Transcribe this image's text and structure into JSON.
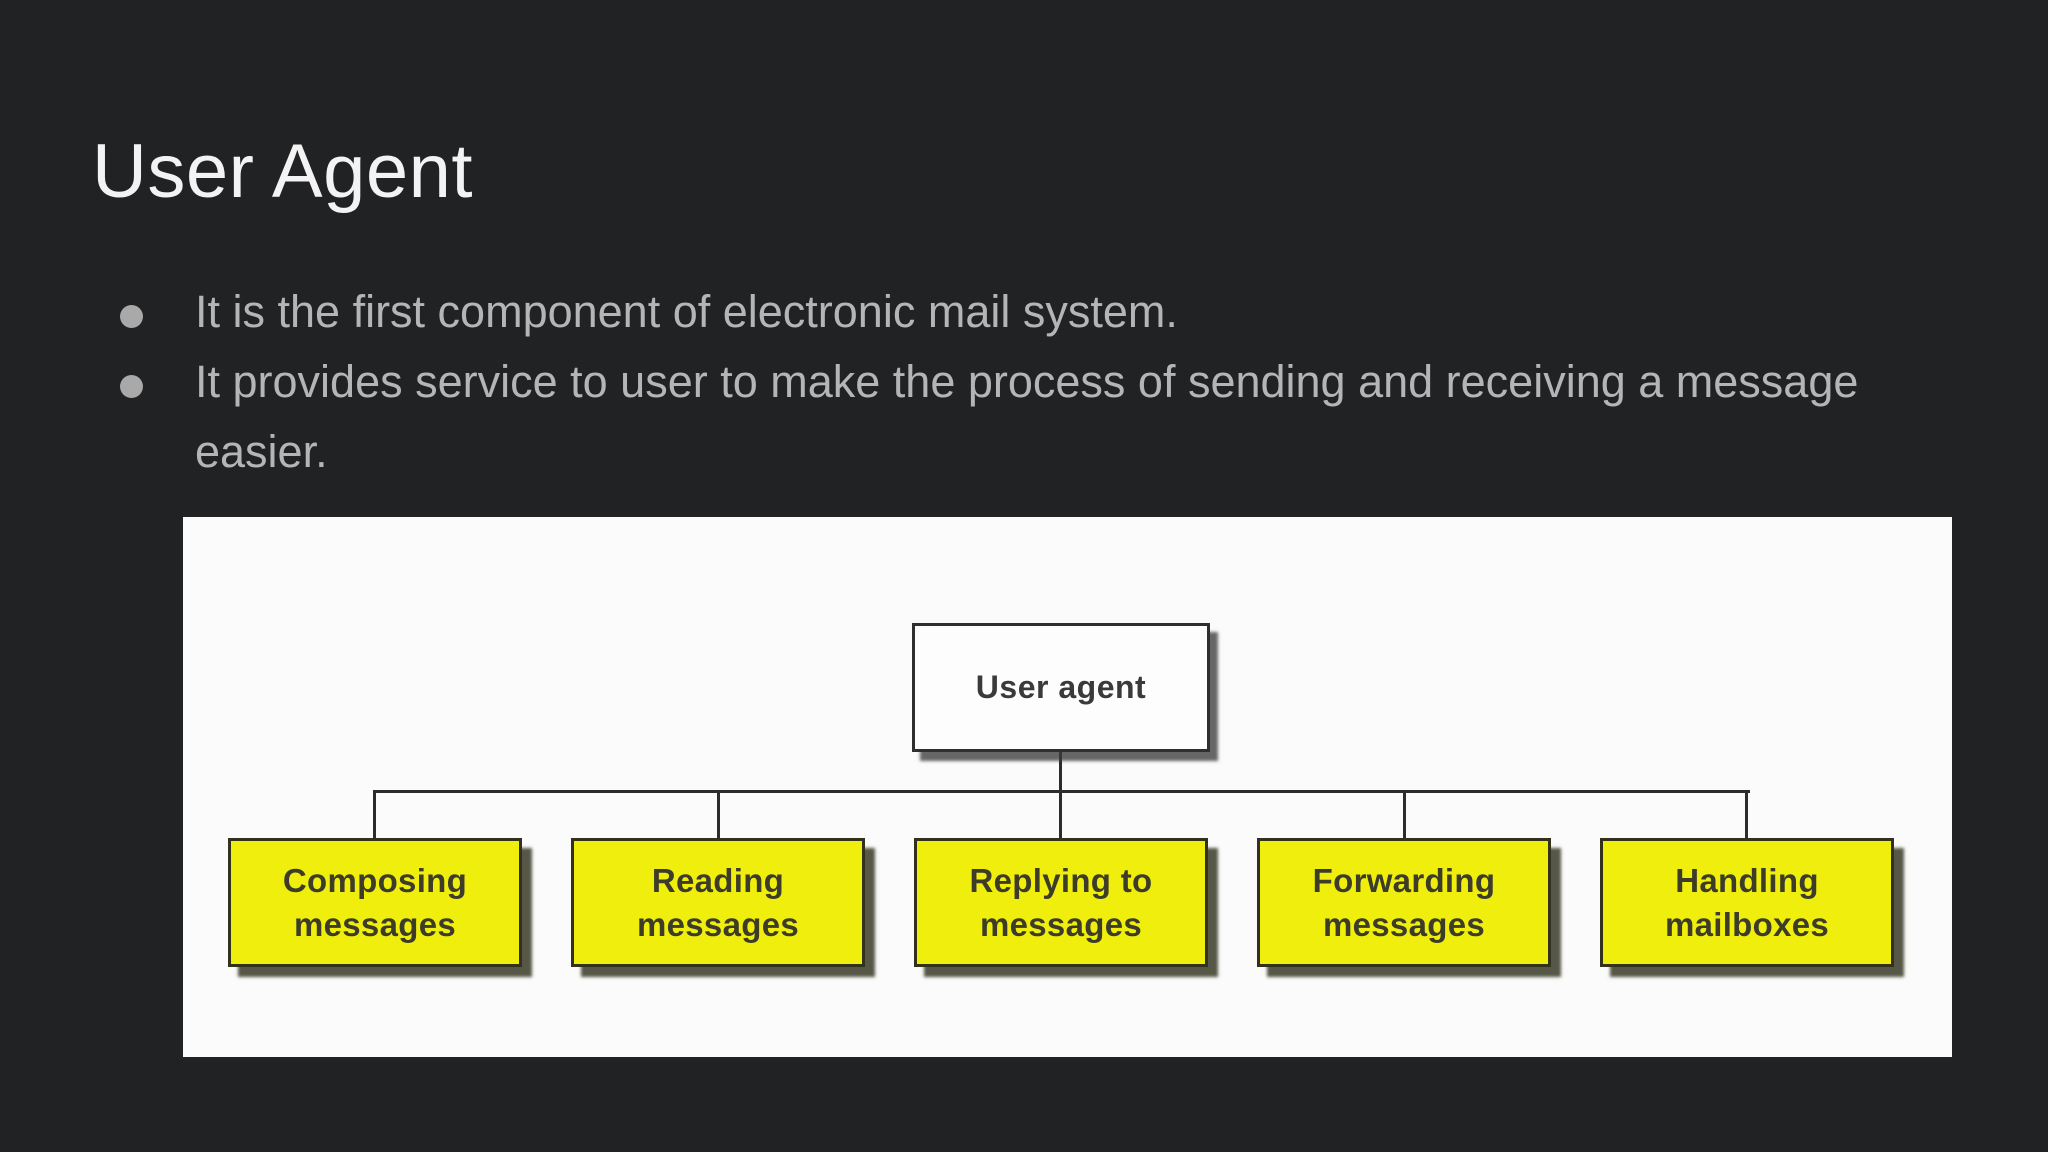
{
  "slide": {
    "title": "User Agent",
    "bullets": [
      "It is the first component of electronic mail system.",
      "It provides service to user to make the process of sending and receiving a message easier."
    ]
  },
  "diagram": {
    "root_label": "User agent",
    "functions": [
      {
        "lines": [
          "Composing",
          "messages"
        ]
      },
      {
        "lines": [
          "Reading",
          "messages"
        ]
      },
      {
        "lines": [
          "Replying to",
          "messages"
        ]
      },
      {
        "lines": [
          "Forwarding",
          "messages"
        ]
      },
      {
        "lines": [
          "Handling",
          "mailboxes"
        ]
      }
    ]
  },
  "colors": {
    "bg": "#212224",
    "title_text": "#f3f3f3",
    "bullet_text": "#b4b5b7",
    "bullet_dot": "#a9a9a9",
    "panel_bg": "#fbfbfb",
    "box_yellow": "#f0ee0d",
    "yellow_box_text": "#3c3c28",
    "white_box_bg": "#fdfdfd",
    "white_box_text": "#3a3a3a",
    "line": "#2c2c2c",
    "border_dark": "#2f2f2f"
  }
}
